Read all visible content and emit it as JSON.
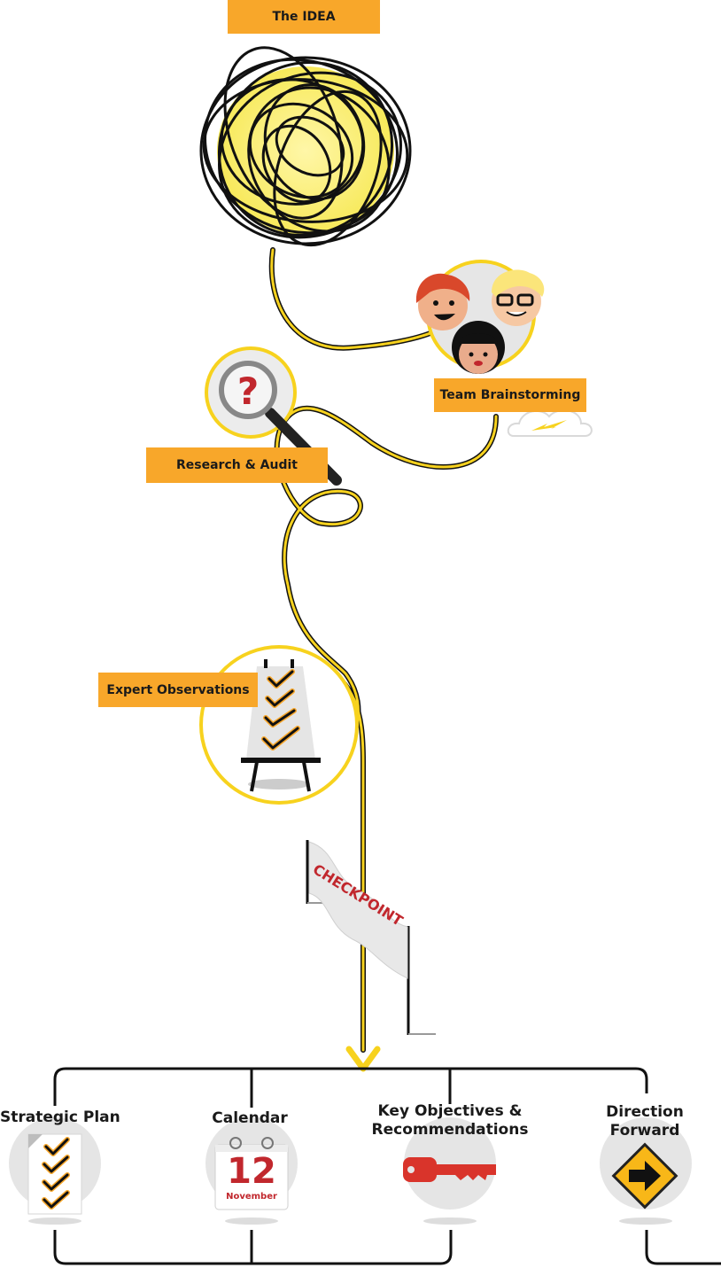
{
  "stages": {
    "idea": "The IDEA",
    "team": "Team Brainstorming",
    "research": "Research & Audit",
    "expert": "Expert Observations"
  },
  "checkpoint": "CHECKPOINT",
  "outputs": [
    {
      "label_line1": "Strategic Plan",
      "label_line2": "",
      "icon": "checklist-icon"
    },
    {
      "label_line1": "Calendar",
      "label_line2": "",
      "icon": "calendar-icon"
    },
    {
      "label_line1": "Key Objectives &",
      "label_line2": "Recommendations",
      "icon": "key-icon"
    },
    {
      "label_line1": "Direction",
      "label_line2": "Forward",
      "icon": "arrow-sign-icon"
    }
  ],
  "calendar": {
    "day": "12",
    "month": "November"
  },
  "colors": {
    "accent": "#f8a72a",
    "path": "#f7d21e",
    "line": "#111111",
    "red": "#c1272d"
  }
}
